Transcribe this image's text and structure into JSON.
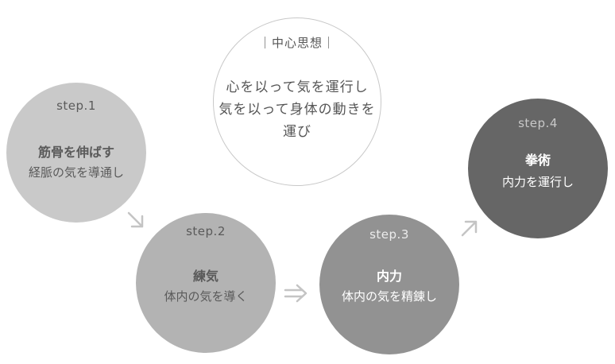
{
  "core": {
    "title": "｜中心思想｜",
    "lines": [
      "心を以って気を運行し",
      "気を以って身体の動きを",
      "運び"
    ]
  },
  "steps": [
    {
      "label": "step.1",
      "title": "筋骨を伸ばす",
      "desc": "経脈の気を導通し"
    },
    {
      "label": "step.2",
      "title": "練気",
      "desc": "体内の気を導く"
    },
    {
      "label": "step.3",
      "title": "内力",
      "desc": "体内の気を精錬し"
    },
    {
      "label": "step.4",
      "title": "拳術",
      "desc": "内力を運行し"
    }
  ],
  "arrows": [
    {
      "icon": "arrow-down-right-icon"
    },
    {
      "icon": "arrow-right-icon"
    },
    {
      "icon": "arrow-up-right-icon"
    }
  ],
  "colors": {
    "step1": "#c9c9c9",
    "step2": "#b3b3b3",
    "step3": "#929292",
    "step4": "#666666",
    "arrow": "#c4c4c4",
    "core_border": "#c8c8c8"
  }
}
